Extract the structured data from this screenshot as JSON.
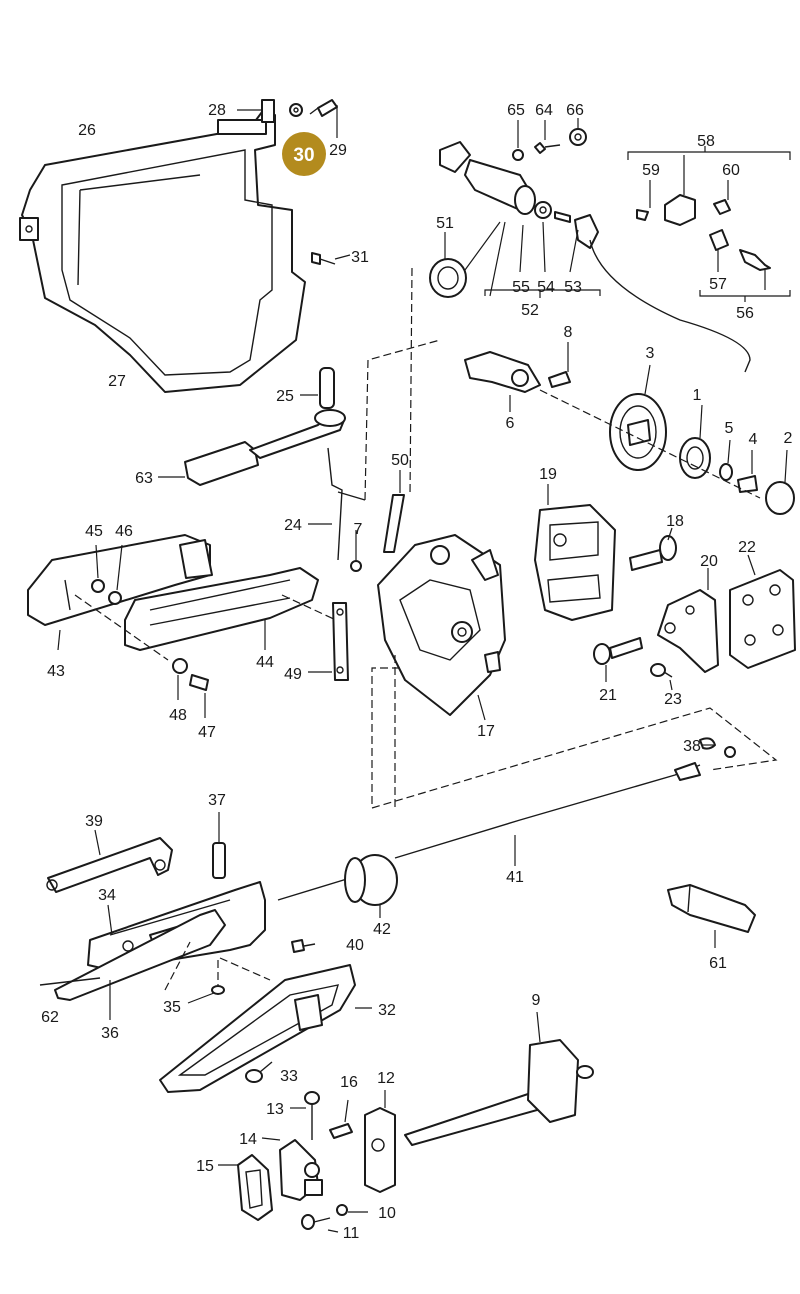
{
  "highlight": {
    "number": "30",
    "color": "#b38b1e"
  },
  "callouts": [
    "1",
    "2",
    "3",
    "4",
    "5",
    "6",
    "7",
    "8",
    "9",
    "10",
    "11",
    "12",
    "13",
    "14",
    "15",
    "16",
    "17",
    "18",
    "19",
    "20",
    "21",
    "22",
    "23",
    "24",
    "25",
    "26",
    "27",
    "28",
    "29",
    "31",
    "32",
    "33",
    "34",
    "35",
    "36",
    "37",
    "38",
    "39",
    "40",
    "41",
    "42",
    "43",
    "44",
    "45",
    "46",
    "47",
    "48",
    "49",
    "50",
    "51",
    "52",
    "53",
    "54",
    "55",
    "56",
    "57",
    "58",
    "59",
    "60",
    "61",
    "62",
    "63",
    "64",
    "65",
    "66"
  ]
}
